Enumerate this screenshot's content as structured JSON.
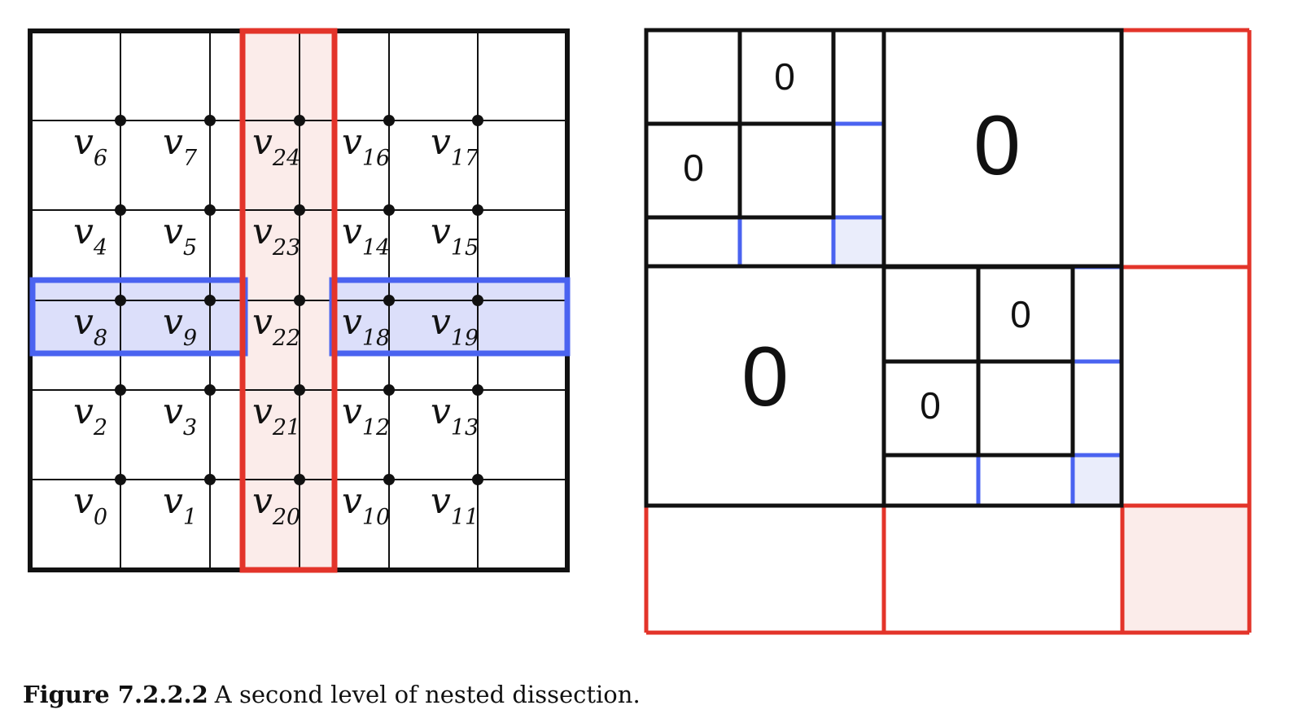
{
  "caption": {
    "label": "Figure 7.2.2.2",
    "text": "A second level of nested dissection."
  },
  "grid": {
    "vertex_labels": [
      [
        "6",
        "7",
        "24",
        "16",
        "17"
      ],
      [
        "4",
        "5",
        "23",
        "14",
        "15"
      ],
      [
        "8",
        "9",
        "22",
        "18",
        "19"
      ],
      [
        "2",
        "3",
        "21",
        "12",
        "13"
      ],
      [
        "0",
        "1",
        "20",
        "10",
        "11"
      ]
    ],
    "vertex_symbol": "v"
  },
  "matrix": {
    "zero_labels": {
      "block_a_top": "0",
      "block_a_left": "0",
      "big_upper_right": "0",
      "big_lower_left": "0",
      "block_b_top": "0",
      "block_b_left": "0"
    }
  },
  "colors": {
    "black": "#111111",
    "red": "#e3342a",
    "red_fill": "#fbecea",
    "blue": "#4a63f0",
    "blue_fill": "#dcdffa",
    "blue_fill_light": "#eaedfb"
  }
}
